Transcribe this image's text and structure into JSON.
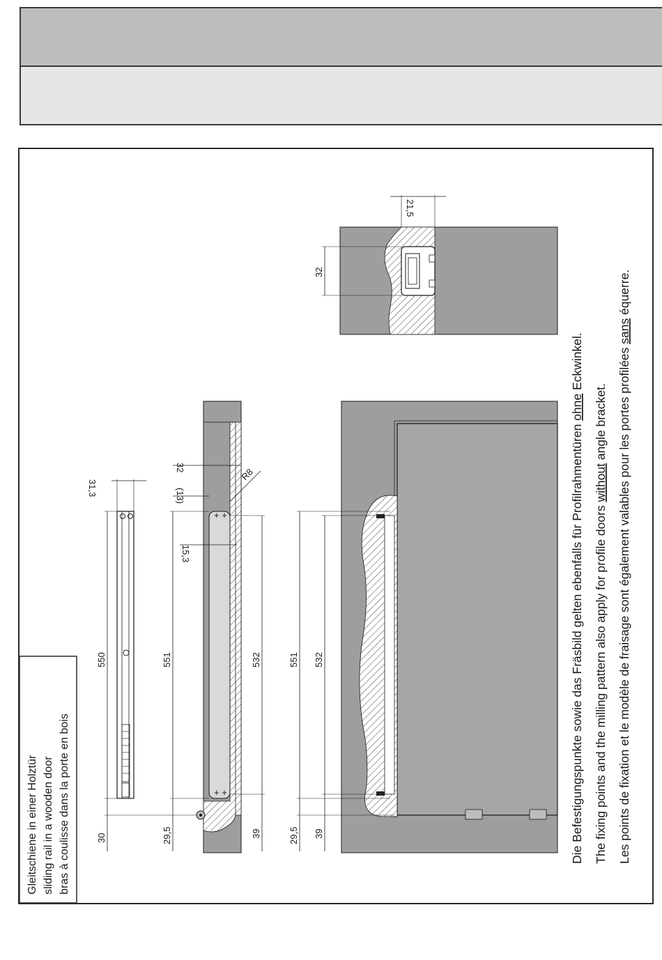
{
  "header": {
    "title": "",
    "subtitle": ""
  },
  "label_box": {
    "de": "Gleitschiene in einer Holztür",
    "en": "sliding rail in a wooden door",
    "fr": "bras à coulisse dans la porte en bois"
  },
  "dimensions": {
    "rail_length": "550",
    "rail_offset": "30",
    "rail_height": "31,3",
    "mill_total": "551",
    "mill_offset": "29,5",
    "mill_slot": "532",
    "mill_bottom": "39",
    "mill_depth": "32",
    "mill_edge": "(13)",
    "mill_hole": "15,3",
    "mill_radius": "R8",
    "door_total": "551",
    "door_slot": "532",
    "door_offset": "29,5",
    "door_bottom": "39",
    "section_height": "32",
    "section_width": "21,5"
  },
  "notes": {
    "de_pre": "Die Befestigungspunkte sowie das Fräsbild gelten ebenfalls für Profilrahmentüren ",
    "de_u": "ohne",
    "de_post": " Eckwinkel.",
    "en_pre": "The fixing points and the milling pattern also apply for profile doors ",
    "en_u": "without",
    "en_post": " angle bracket.",
    "fr_pre": "Les points de fixation et le modèle de fraisage sont également valables pour les portes profilées ",
    "fr_u": "sans",
    "fr_post": " équerre."
  },
  "colors": {
    "header_dark": "#bdbdbd",
    "header_light": "#e6e6e6",
    "panel": "#9e9e9e",
    "line": "#1a1a1a"
  }
}
